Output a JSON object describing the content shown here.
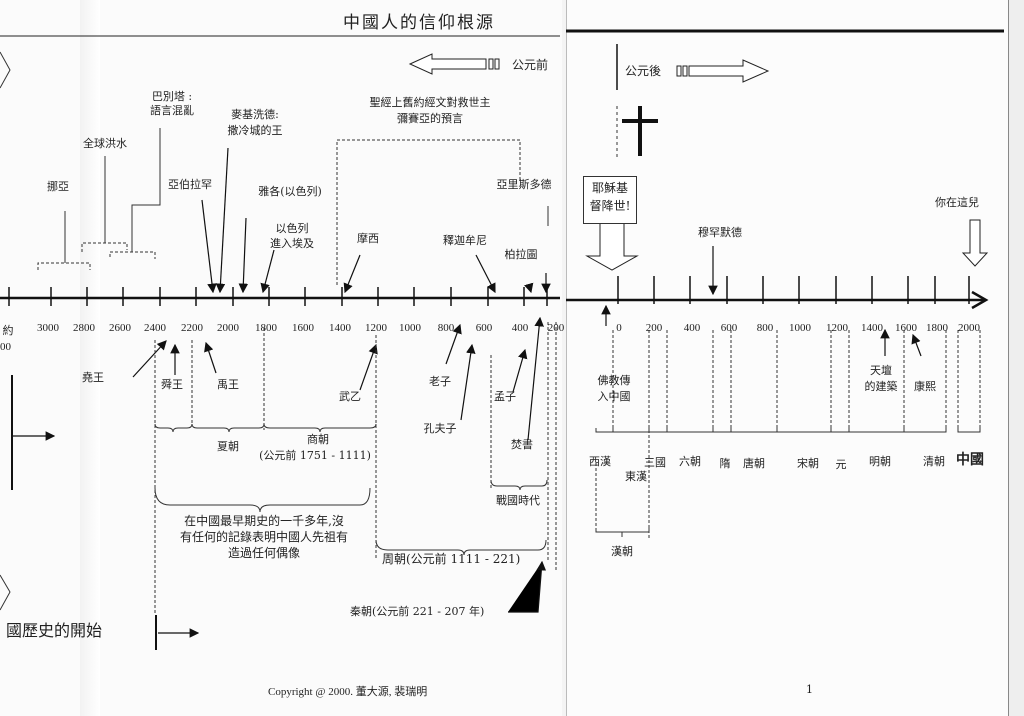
{
  "header": {
    "title": "中國人的信仰根源"
  },
  "bc_label": "公元前",
  "ad_label": "公元後",
  "left_axis": {
    "ticks": [
      "約",
      "3000",
      "2800",
      "2600",
      "2400",
      "2200",
      "2000",
      "1800",
      "1600",
      "1400",
      "1200",
      "1000",
      "800",
      "600",
      "400",
      "200"
    ],
    "tick_sub": "00"
  },
  "right_axis": {
    "ticks": [
      "0",
      "200",
      "400",
      "600",
      "800",
      "1000",
      "1200",
      "1400",
      "1600",
      "1800",
      "2000"
    ]
  },
  "events_above": {
    "noah": "挪亞",
    "flood": "全球洪水",
    "babel": [
      "巴別塔 :",
      "語言混亂"
    ],
    "abraham": "亞伯拉罕",
    "melchizedek": [
      "麥基洗德:",
      "撒冷城的王"
    ],
    "jacob": "雅各(以色列)",
    "egypt": [
      "以色列",
      "進入埃及"
    ],
    "prophecy": [
      "聖經上舊約經文對救世主",
      "彌賽亞的預言"
    ],
    "moses": "摩西",
    "buddha": "釋迦牟尼",
    "aristotle": "亞里斯多德",
    "plato": "柏拉圖"
  },
  "events_below": {
    "yao": "堯王",
    "shun": "舜王",
    "yu": "禹王",
    "wuyi": "武乙",
    "laozi": "老子",
    "confucius": "孔夫子",
    "mencius": "孟子",
    "burning": "焚書",
    "xia": "夏朝",
    "shang": [
      "商朝",
      "(公元前 1751 - 1111)"
    ],
    "note": [
      "在中國最早期史的一千多年,沒",
      "有任何的記錄表明中國人先祖有",
      "造過任何偶像"
    ],
    "warring": "戰國時代",
    "zhou": "周朝(公元前 1111 - 221)",
    "qin": "秦朝(公元前 221 - 207 年)"
  },
  "left_margin": {
    "history_start": "國歷史的開始"
  },
  "right_events": {
    "jesus": [
      "耶穌基",
      "督降世!"
    ],
    "muhammad": "穆罕默德",
    "you_are_here": "你在這兒",
    "buddhism": [
      "佛教傳",
      "入中國"
    ],
    "temple": [
      "天壇",
      "的建築"
    ],
    "kangxi": "康熙"
  },
  "dynasties": {
    "xihan": "西漢",
    "donghan": "東漢",
    "sanguo": "三國",
    "liuchao": "六朝",
    "sui": "隋",
    "tang": "唐朝",
    "song": "宋朝",
    "yuan": "元",
    "ming": "明朝",
    "qing": "清朝",
    "china": "中國",
    "han": "漢朝"
  },
  "footer": {
    "copyright": "Copyright @ 2000. 董大源, 裴瑞明",
    "page": "1"
  }
}
